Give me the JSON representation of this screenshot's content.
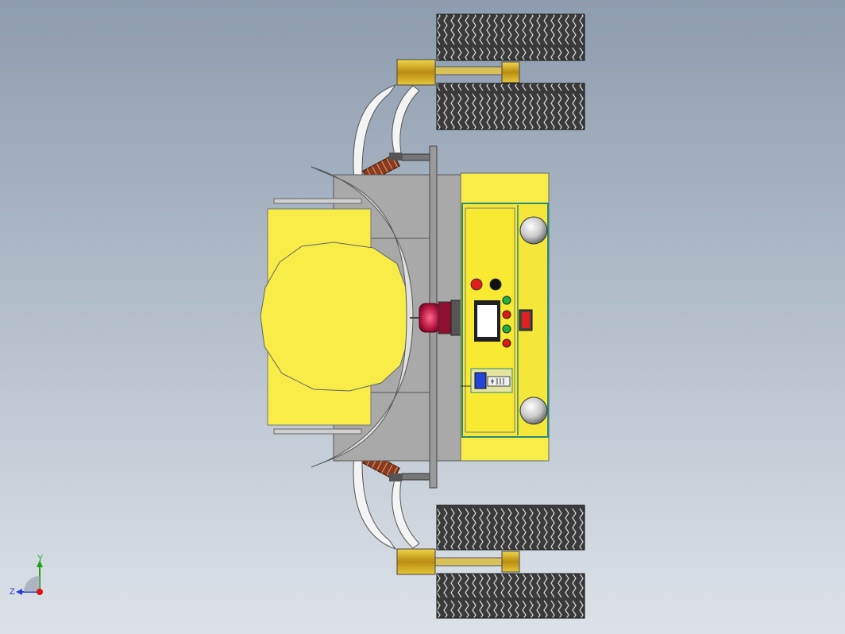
{
  "view": {
    "type": "cad-top-view",
    "background_top": "#8d9cae",
    "background_bottom": "#dde2e8"
  },
  "model": {
    "body_color": "#f7ec48",
    "frame_color": "#a9a9a9",
    "tire_color": "#2f2f2f",
    "bracket_color": "#d8b51e",
    "spring_color": "#8a3a1e",
    "panel": {
      "top_buttons": [
        "red",
        "black"
      ],
      "indicator_lights": [
        "green",
        "red",
        "green",
        "red"
      ],
      "switch_color": "#e02020"
    },
    "wheels": 4
  },
  "triad": {
    "y_label": "Y",
    "z_label": "Z",
    "y_color": "#1fa31f",
    "z_color": "#2a3fd1",
    "origin_color": "#e01010"
  }
}
